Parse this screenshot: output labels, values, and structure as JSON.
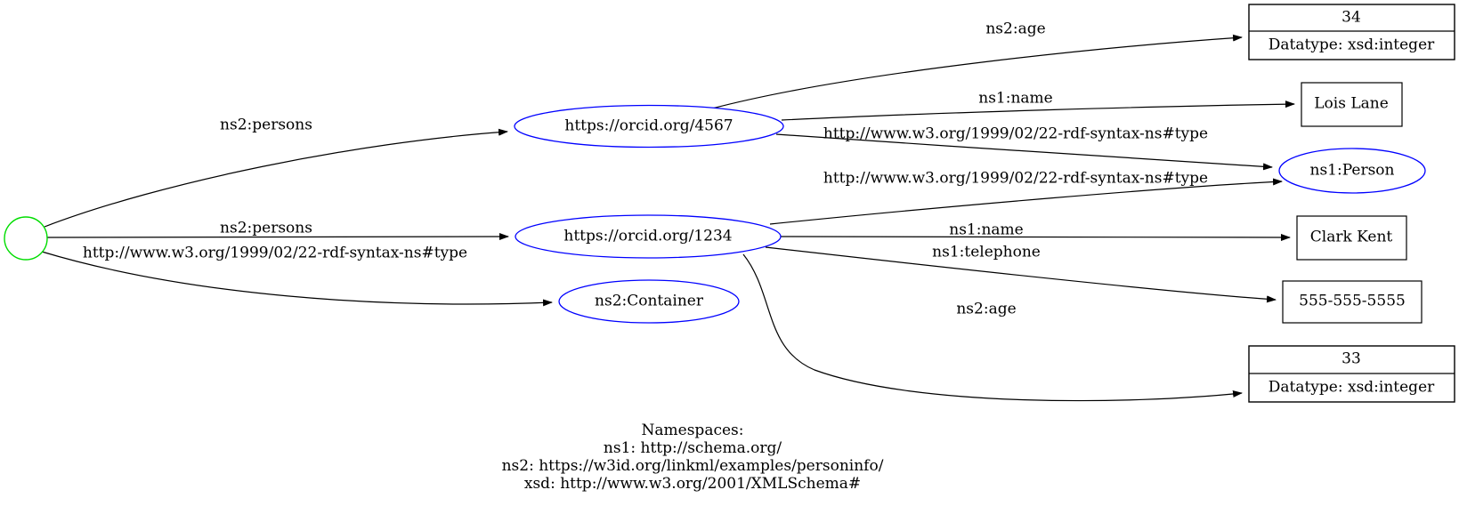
{
  "diagram": {
    "colors": {
      "root_stroke": "#00dd00",
      "class_stroke": "#0000ff",
      "literal_stroke": "#000000",
      "edge": "#000000",
      "text": "#000000",
      "background": "#ffffff"
    },
    "nodes": {
      "orcid4567": {
        "label": "https://orcid.org/4567"
      },
      "orcid1234": {
        "label": "https://orcid.org/1234"
      },
      "person": {
        "label": "ns1:Person"
      },
      "container": {
        "label": "ns2:Container"
      },
      "lois": {
        "label": "Lois Lane"
      },
      "clark": {
        "label": "Clark Kent"
      },
      "phone": {
        "label": "555-555-5555"
      },
      "age34": {
        "value": "34",
        "datatype": "Datatype: xsd:integer"
      },
      "age33": {
        "value": "33",
        "datatype": "Datatype: xsd:integer"
      }
    },
    "edge_labels": {
      "persons_top": "ns2:persons",
      "persons_mid": "ns2:persons",
      "type_root": "http://www.w3.org/1999/02/22-rdf-syntax-ns#type",
      "age_4567": "ns2:age",
      "name_4567": "ns1:name",
      "type_4567": "http://www.w3.org/1999/02/22-rdf-syntax-ns#type",
      "type_1234": "http://www.w3.org/1999/02/22-rdf-syntax-ns#type",
      "name_1234": "ns1:name",
      "telephone_1234": "ns1:telephone",
      "age_1234": "ns2:age"
    },
    "footer": {
      "lines": [
        "Namespaces:",
        "ns1: http://schema.org/",
        "ns2: https://w3id.org/linkml/examples/personinfo/",
        "xsd: http://www.w3.org/2001/XMLSchema#"
      ]
    }
  }
}
